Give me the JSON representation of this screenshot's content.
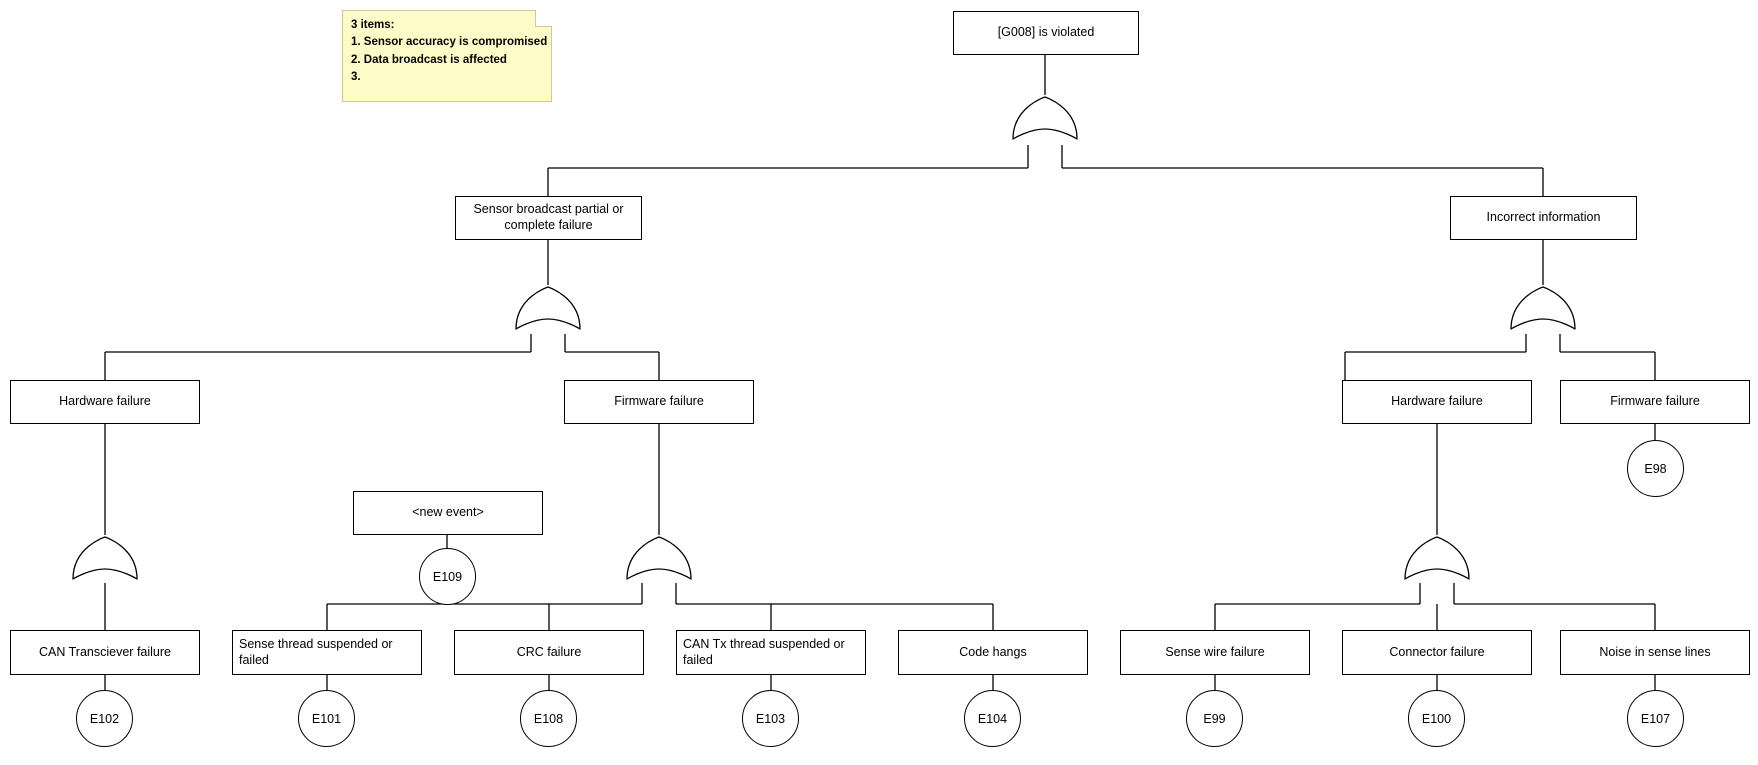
{
  "diagram": {
    "type": "fault-tree",
    "title_node": "[G008] is violated",
    "note": {
      "lines": [
        "3 items:",
        "1. Sensor accuracy is compromised",
        "2. Data broadcast is affected",
        "3."
      ],
      "background": "#fdfbc8",
      "border": "#d6c98a"
    },
    "nodes": {
      "top": "[G008] is violated",
      "l2_left": "Sensor broadcast partial or complete failure",
      "l2_right": "Incorrect information",
      "l3_hw_left": "Hardware failure",
      "l3_fw_left": "Firmware failure",
      "l3_hw_right": "Hardware failure",
      "l3_fw_right": "Firmware failure",
      "new_event": "<new event>",
      "leaf_can_transceiver": "CAN Transciever failure",
      "leaf_sense_thread": "Sense thread suspended or failed",
      "leaf_crc": "CRC failure",
      "leaf_can_tx_thread": "CAN Tx thread suspended or failed",
      "leaf_code_hangs": "Code hangs",
      "leaf_sense_wire": "Sense wire failure",
      "leaf_connector": "Connector failure",
      "leaf_noise": "Noise in sense lines"
    },
    "events": {
      "e98": "E98",
      "e99": "E99",
      "e100": "E100",
      "e101": "E101",
      "e102": "E102",
      "e103": "E103",
      "e104": "E104",
      "e107": "E107",
      "e108": "E108",
      "e109": "E109"
    },
    "gates": {
      "gate_top": "OR",
      "gate_left": "OR",
      "gate_right": "OR",
      "gate_hw_left": "OR",
      "gate_fw_left": "OR",
      "gate_hw_right": "OR"
    },
    "colors": {
      "stroke": "#000000",
      "fill": "#ffffff",
      "note_bg": "#fdfbc8"
    }
  }
}
